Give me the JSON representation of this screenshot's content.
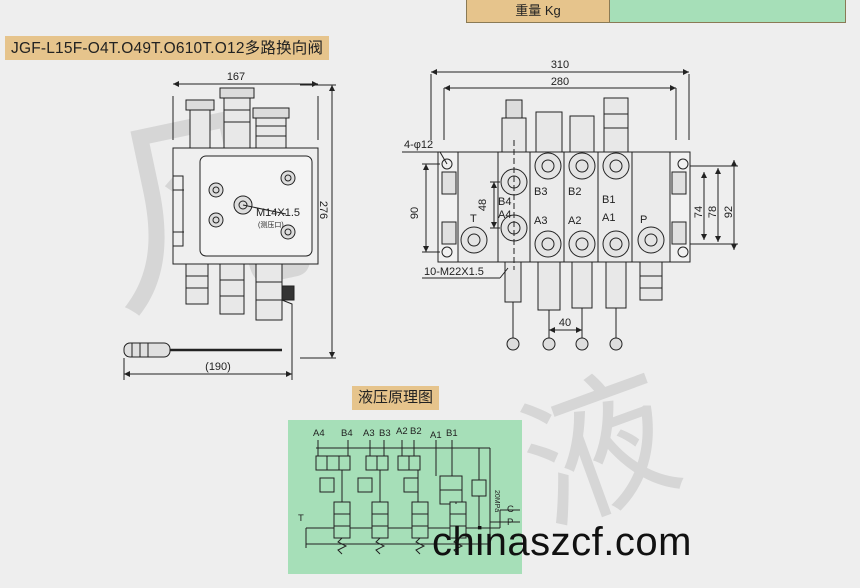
{
  "weight_table": {
    "label": "重量 Kg",
    "value": ""
  },
  "title": "JGF-L15F-O4T.O49T.O610T.O12多路换向阀",
  "left_view": {
    "dim_width": "167",
    "dim_height": "276",
    "dim_handle": "(190)",
    "pressure_port": "M14X1.5",
    "pressure_port_note": "(测压口)"
  },
  "right_view": {
    "dim_total": "310",
    "dim_inner": "280",
    "mount_holes": "4-φ12",
    "dim_90": "90",
    "dim_48": "48",
    "dim_74": "74",
    "dim_78": "78",
    "dim_92": "92",
    "dim_40": "40",
    "thread": "10-M22X1.5",
    "ports": {
      "b4": "B4",
      "a4": "A4",
      "t": "T",
      "b3": "B3",
      "a3": "A3",
      "b2": "B2",
      "a2": "A2",
      "b1": "B1",
      "a1": "A1",
      "p": "P"
    }
  },
  "hydraulic": {
    "title": "液压原理图",
    "labels": {
      "a4": "A4",
      "b4": "B4",
      "a3": "A3",
      "b3": "B3",
      "a2": "A2",
      "b2": "B2",
      "a1": "A1",
      "b1": "B1",
      "t": "T",
      "c": "C",
      "p": "P",
      "relief": "20MPa"
    }
  },
  "website": "chinaszcf.com",
  "watermark": {
    "glyph1": "凡",
    "glyph2": "液"
  },
  "colors": {
    "tan": "#e6c48c",
    "mint": "#a6dfb8",
    "background": "#eeeeee",
    "line": "#222222"
  }
}
